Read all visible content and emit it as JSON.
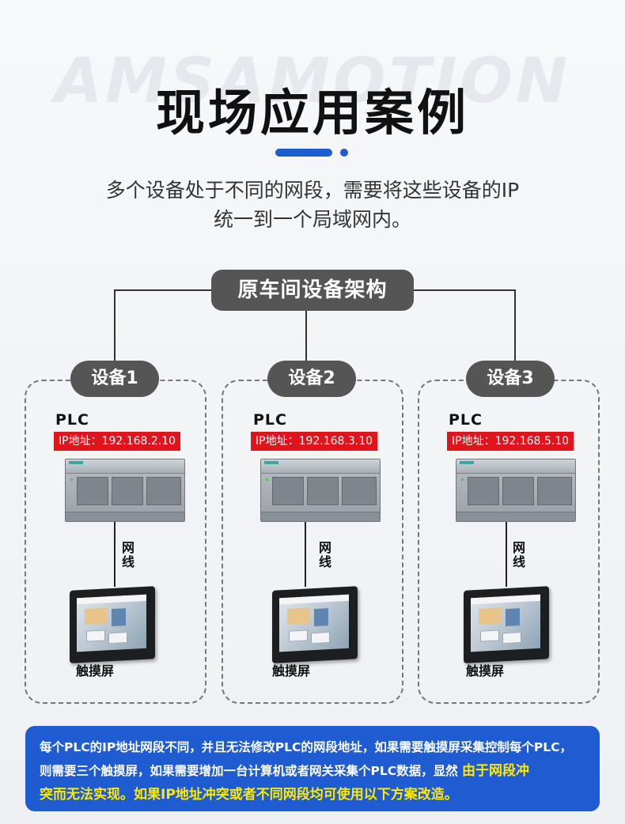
{
  "watermark": "AMSAMOTION",
  "title": "现场应用案例",
  "subtitle_line1": "多个设备处于不同的网段，需要将这些设备的IP",
  "subtitle_line2": "统一到一个局域网内。",
  "diagram_title": "原车间设备架构",
  "devices": [
    {
      "name": "设备1",
      "plc_label": "PLC",
      "ip": "IP地址：192.168.2.10",
      "wire_line1": "网",
      "wire_line2": "线",
      "hmi_label": "触摸屏"
    },
    {
      "name": "设备2",
      "plc_label": "PLC",
      "ip": "IP地址：192.168.3.10",
      "wire_line1": "网",
      "wire_line2": "线",
      "hmi_label": "触摸屏"
    },
    {
      "name": "设备3",
      "plc_label": "PLC",
      "ip": "IP地址：192.168.5.10",
      "wire_line1": "网",
      "wire_line2": "线",
      "hmi_label": "触摸屏"
    }
  ],
  "note": {
    "line1": "每个PLC的IP地址网段不同，并且无法修改PLC的网段地址，如果需要触摸屏采集控制每个PLC，",
    "line2": "则需要三个触摸屏，如果需要增加一台计算机或者网关采集个PLC数据，显然",
    "line2_highlight": "由于网段冲",
    "line3_highlight": "突而无法实现。如果IP地址冲突或者不同网段均可使用以下方案改造。"
  },
  "colors": {
    "accent": "#1f5bd1",
    "ip_tag": "#e1141b",
    "pill": "#555555",
    "highlight": "#ffea00"
  }
}
